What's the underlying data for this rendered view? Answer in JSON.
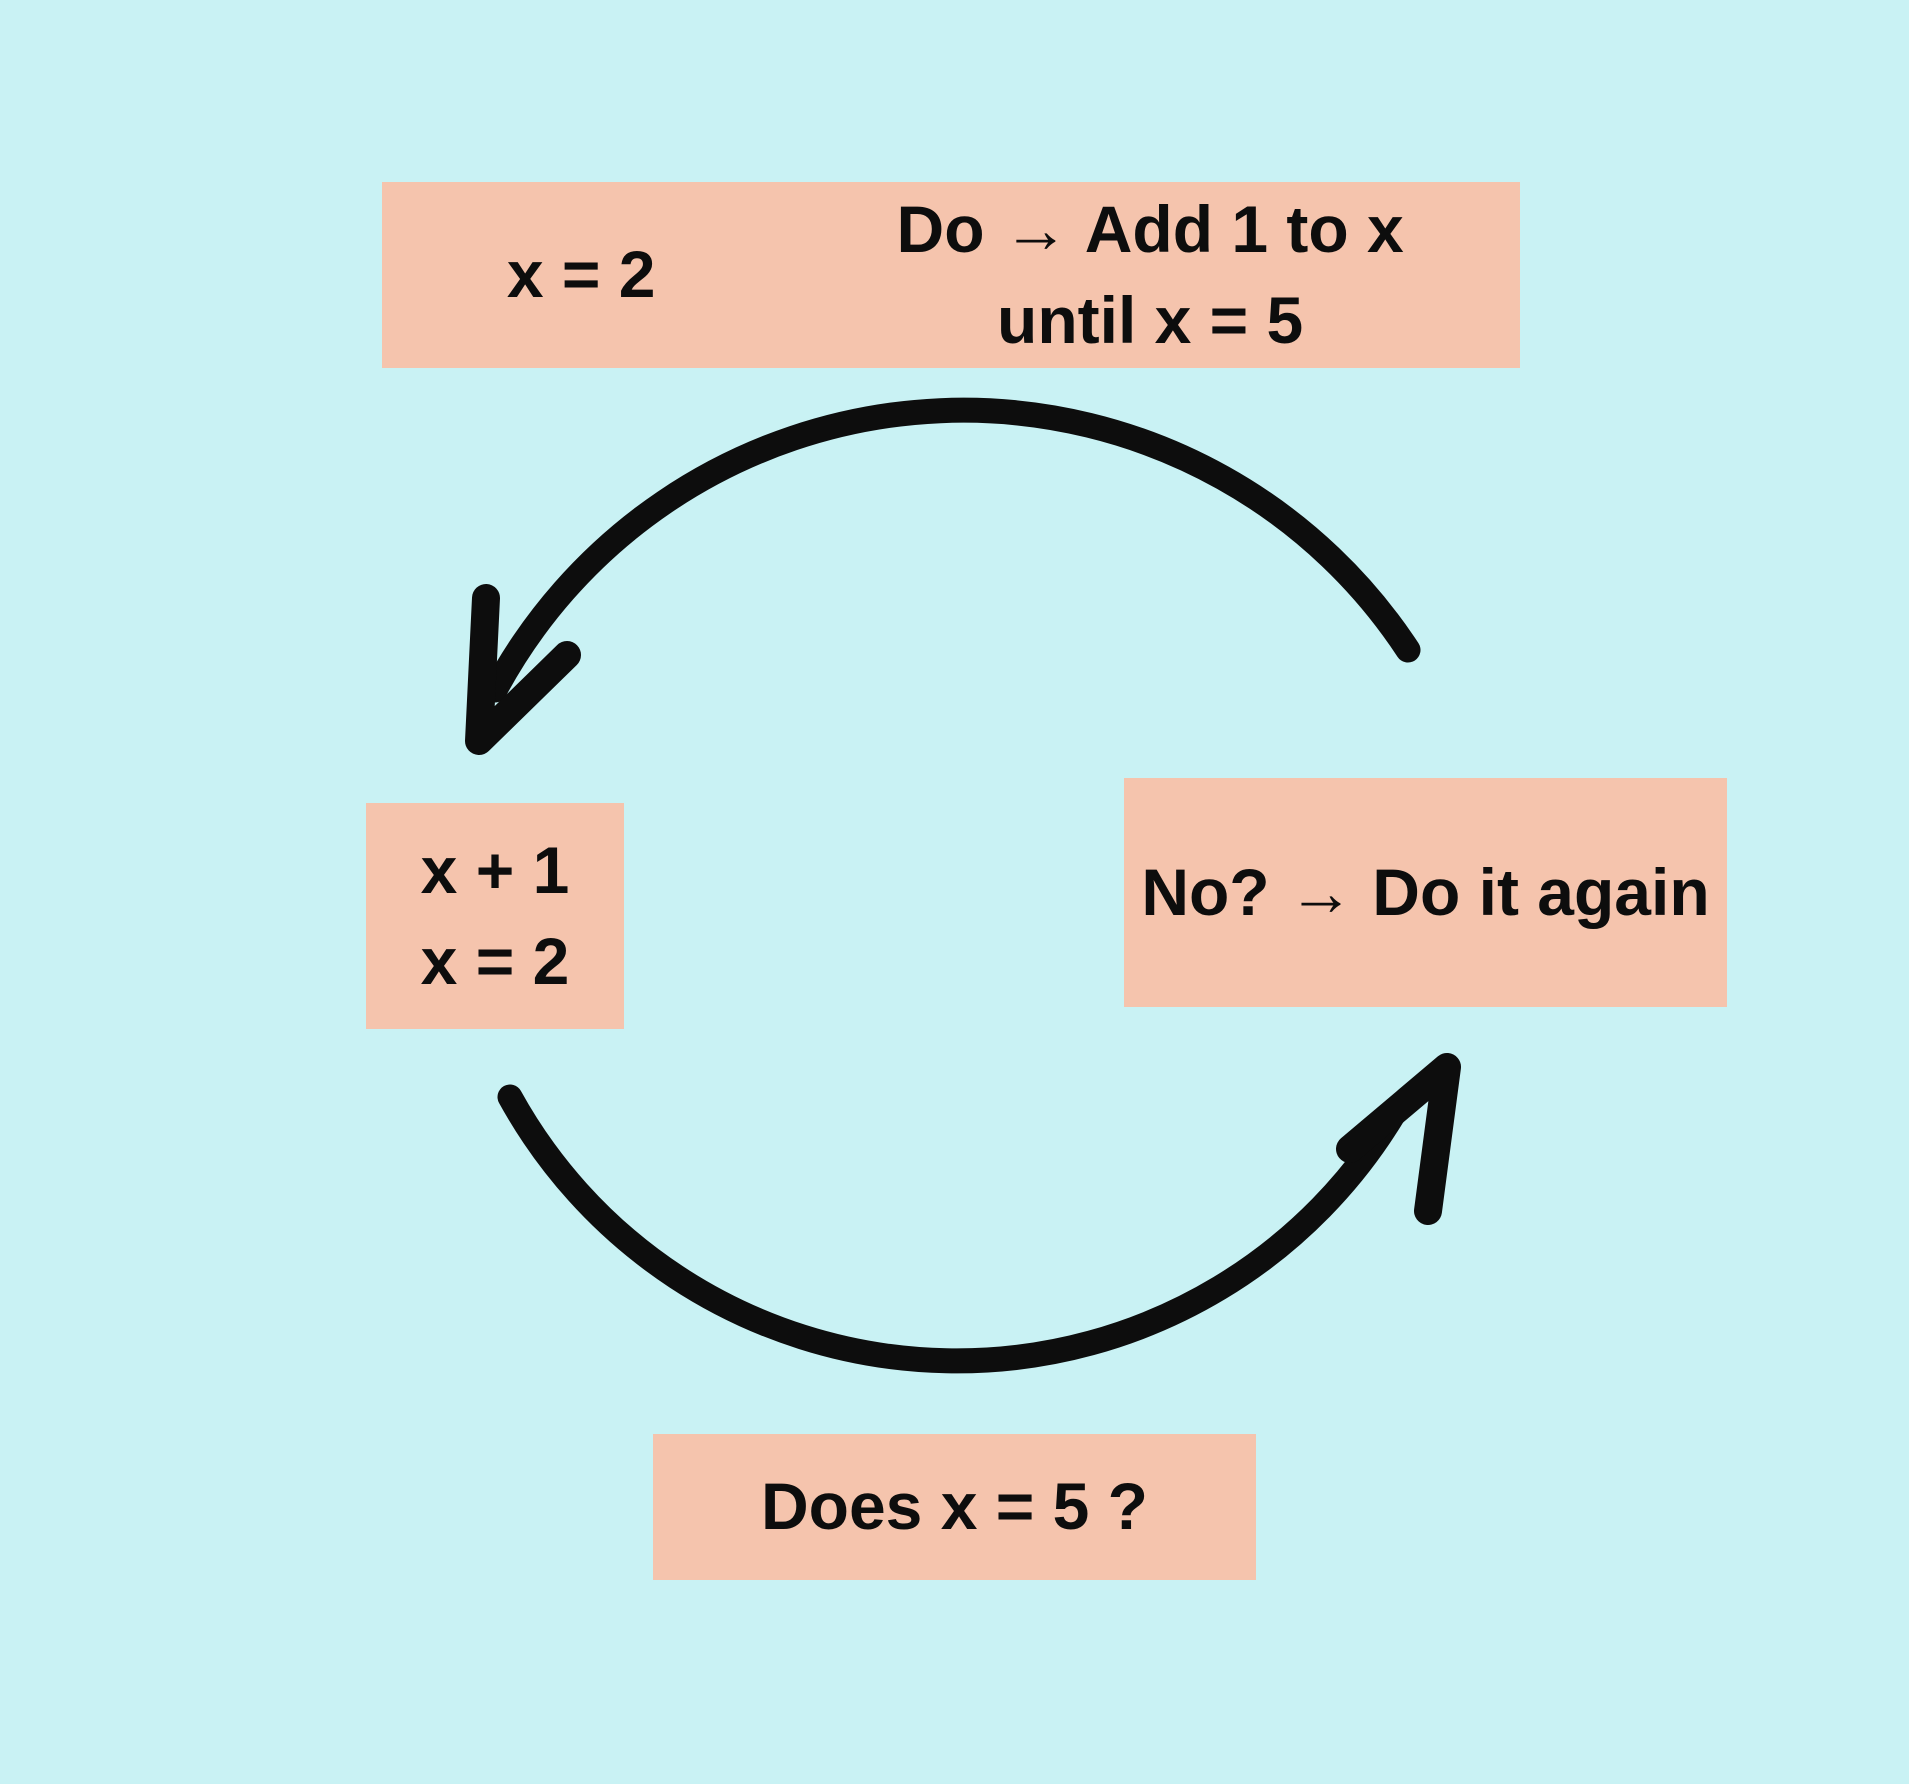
{
  "diagram": {
    "colors": {
      "background": "#C9F2F4",
      "box_fill": "#F5C4AD",
      "text": "#0d0d0d",
      "arrow": "#0d0d0d"
    },
    "loop_header_box": {
      "init_label": "x = 2",
      "rule_line1": "Do → Add 1 to x",
      "rule_line2": "until x = 5"
    },
    "increment_box": {
      "line1": "x + 1",
      "line2": "x = 2"
    },
    "repeat_box": {
      "label": "No? → Do it again"
    },
    "condition_box": {
      "label": "Does x = 5 ?"
    },
    "arrows": {
      "top_arc_icon": "curved-arrow-counterclockwise-top",
      "bottom_arc_icon": "curved-arrow-counterclockwise-bottom",
      "top_arrowhead_icon": "arrowhead-down-left",
      "bottom_arrowhead_icon": "arrowhead-up-right"
    }
  }
}
